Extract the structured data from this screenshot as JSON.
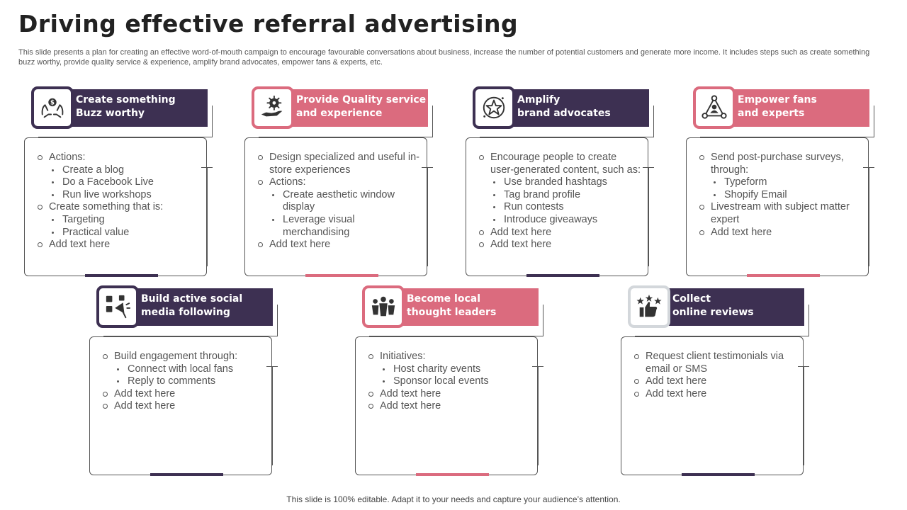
{
  "title": "Driving effective referral advertising",
  "subtitle": "This slide presents a plan for creating an effective word-of-mouth campaign to encourage favourable conversations about business, increase the number of potential customers and generate more income. It includes steps such as create something buzz worthy, provide quality service & experience, amplify brand advocates, empower fans & experts, etc.",
  "footer": "This slide is 100% editable. Adapt it to your needs and capture your audience’s attention.",
  "colors": {
    "purple": "#3D3052",
    "pink": "#DB6B7E",
    "grey": "#D3D7DB"
  },
  "cards": [
    {
      "icon": "money-hands-icon",
      "heading": [
        "Create something",
        "Buzz worthy"
      ],
      "items": [
        {
          "level": 1,
          "text": "Actions:"
        },
        {
          "level": 2,
          "text": "Create a blog"
        },
        {
          "level": 2,
          "text": "Do a Facebook Live"
        },
        {
          "level": 2,
          "text": "Run live workshops"
        },
        {
          "level": 1,
          "text": "Create something that is:"
        },
        {
          "level": 2,
          "text": "Targeting"
        },
        {
          "level": 2,
          "text": "Practical value"
        },
        {
          "level": 1,
          "text": "Add text here"
        }
      ]
    },
    {
      "icon": "hand-gear-icon",
      "heading": [
        "Provide Quality service",
        "and experience"
      ],
      "items": [
        {
          "level": 1,
          "text": "Design specialized and useful in-store experiences"
        },
        {
          "level": 1,
          "text": "Actions:"
        },
        {
          "level": 2,
          "text": "Create aesthetic window display"
        },
        {
          "level": 2,
          "text": "Leverage visual merchandising"
        },
        {
          "level": 1,
          "text": "Add text here"
        }
      ]
    },
    {
      "icon": "star-badge-icon",
      "heading": [
        "Amplify",
        "brand advocates"
      ],
      "items": [
        {
          "level": 1,
          "text": "Encourage people to create user-generated content, such as:"
        },
        {
          "level": 2,
          "text": "Use branded hashtags"
        },
        {
          "level": 2,
          "text": "Tag brand profile"
        },
        {
          "level": 2,
          "text": "Run contests"
        },
        {
          "level": 2,
          "text": "Introduce giveaways"
        },
        {
          "level": 1,
          "text": "Add text here"
        },
        {
          "level": 1,
          "text": "Add text here"
        }
      ]
    },
    {
      "icon": "network-user-icon",
      "heading": [
        "Empower fans",
        "and experts"
      ],
      "items": [
        {
          "level": 1,
          "text": "Send post-purchase surveys, through:"
        },
        {
          "level": 2,
          "text": "Typeform"
        },
        {
          "level": 2,
          "text": "Shopify Email"
        },
        {
          "level": 1,
          "text": "Livestream with subject matter expert"
        },
        {
          "level": 1,
          "text": "Add text here"
        }
      ]
    },
    {
      "icon": "social-megaphone-icon",
      "heading": [
        "Build active social",
        "media following"
      ],
      "items": [
        {
          "level": 1,
          "text": "Build engagement through:"
        },
        {
          "level": 2,
          "text": "Connect with local fans"
        },
        {
          "level": 2,
          "text": "Reply to comments"
        },
        {
          "level": 1,
          "text": "Add text here"
        },
        {
          "level": 1,
          "text": "Add text here"
        }
      ]
    },
    {
      "icon": "group-leaders-icon",
      "heading": [
        "Become local",
        "thought leaders"
      ],
      "items": [
        {
          "level": 1,
          "text": "Initiatives:"
        },
        {
          "level": 2,
          "text": "Host charity events"
        },
        {
          "level": 2,
          "text": "Sponsor local events"
        },
        {
          "level": 1,
          "text": "Add text here"
        },
        {
          "level": 1,
          "text": "Add text here"
        }
      ]
    },
    {
      "icon": "thumbs-up-stars-icon",
      "heading": [
        "Collect",
        "online reviews"
      ],
      "items": [
        {
          "level": 1,
          "text": "Request client testimonials via email or SMS"
        },
        {
          "level": 1,
          "text": "Add text here"
        },
        {
          "level": 1,
          "text": "Add text here"
        }
      ]
    }
  ]
}
